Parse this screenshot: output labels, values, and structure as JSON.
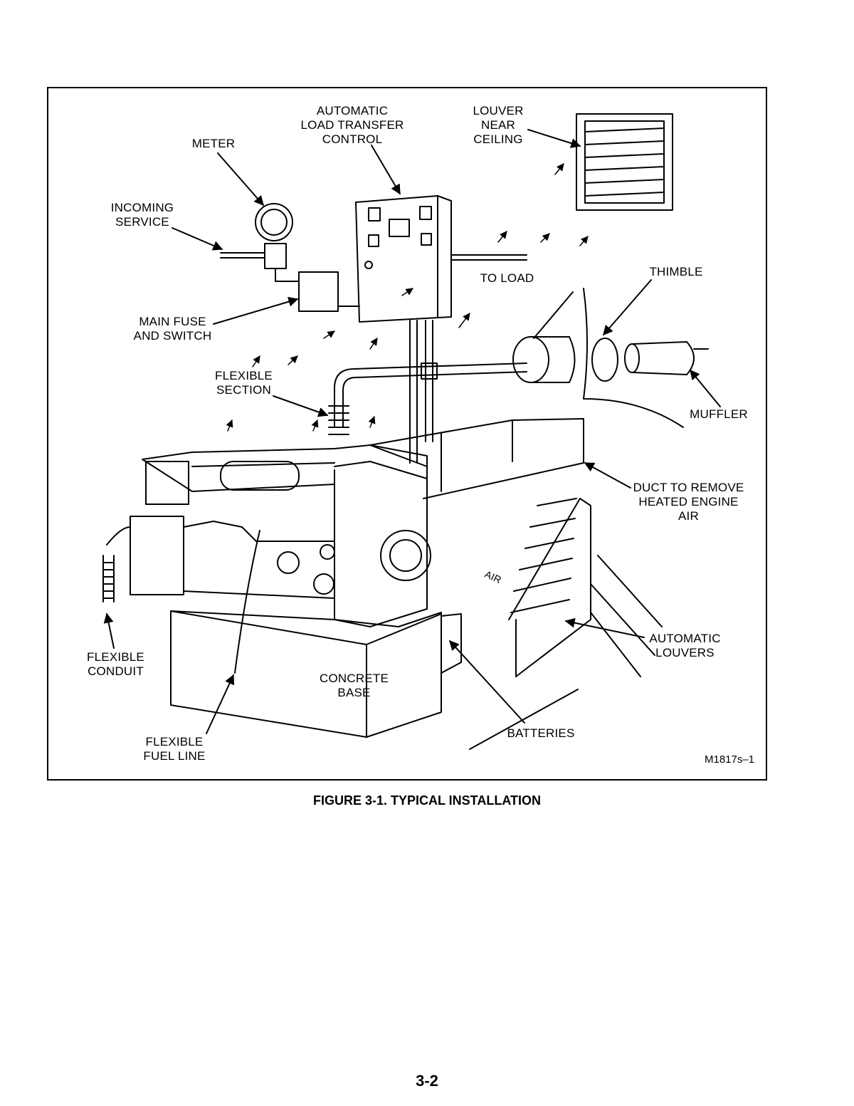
{
  "figure": {
    "caption": "FIGURE 3-1. TYPICAL INSTALLATION",
    "code": "M1817s–1",
    "labels": {
      "automatic_load_transfer_control": "AUTOMATIC\nLOAD TRANSFER\nCONTROL",
      "louver_near_ceiling": "LOUVER\nNEAR\nCEILING",
      "meter": "METER",
      "incoming_service": "INCOMING\nSERVICE",
      "to_load": "TO LOAD",
      "thimble": "THIMBLE",
      "main_fuse_and_switch": "MAIN FUSE\nAND SWITCH",
      "flexible_section": "FLEXIBLE\nSECTION",
      "muffler": "MUFFLER",
      "duct_to_remove_heated_engine_air": "DUCT TO REMOVE\nHEATED ENGINE\nAIR",
      "automatic_louvers": "AUTOMATIC\nLOUVERS",
      "flexible_conduit": "FLEXIBLE\nCONDUIT",
      "concrete_base": "CONCRETE\nBASE",
      "batteries": "BATTERIES",
      "flexible_fuel_line": "FLEXIBLE\nFUEL LINE",
      "air_marking": "AIR"
    }
  },
  "page": {
    "number": "3-2"
  }
}
